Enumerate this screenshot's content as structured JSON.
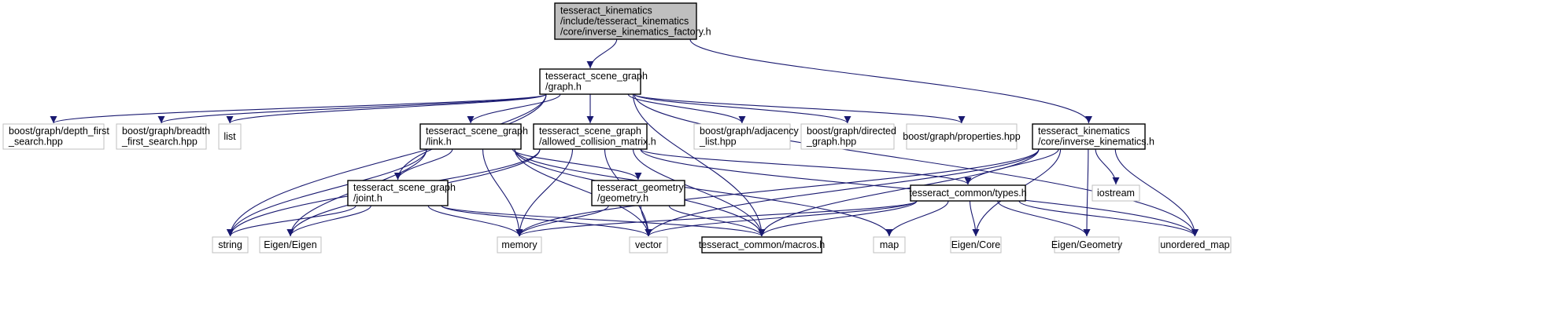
{
  "colors": {
    "edge": "#191970",
    "root_fill": "#bfbfbf",
    "external_border": "#bfbfbf",
    "header_border": "#000000"
  },
  "nodes": {
    "root": {
      "lines": [
        "tesseract_kinematics",
        "/include/tesseract_kinematics",
        "/core/inverse_kinematics_factory.h"
      ]
    },
    "graph_h": {
      "lines": [
        "tesseract_scene_graph",
        "/graph.h"
      ]
    },
    "dfs": {
      "lines": [
        "boost/graph/depth_first",
        "_search.hpp"
      ]
    },
    "bfs": {
      "lines": [
        "boost/graph/breadth",
        "_first_search.hpp"
      ]
    },
    "list": {
      "lines": [
        "list"
      ]
    },
    "link_h": {
      "lines": [
        "tesseract_scene_graph",
        "/link.h"
      ]
    },
    "acm_h": {
      "lines": [
        "tesseract_scene_graph",
        "/allowed_collision_matrix.h"
      ]
    },
    "adj": {
      "lines": [
        "boost/graph/adjacency",
        "_list.hpp"
      ]
    },
    "directed": {
      "lines": [
        "boost/graph/directed",
        "_graph.hpp"
      ]
    },
    "props": {
      "lines": [
        "boost/graph/properties.hpp"
      ]
    },
    "ik_h": {
      "lines": [
        "tesseract_kinematics",
        "/core/inverse_kinematics.h"
      ]
    },
    "joint_h": {
      "lines": [
        "tesseract_scene_graph",
        "/joint.h"
      ]
    },
    "geometry_h": {
      "lines": [
        "tesseract_geometry",
        "/geometry.h"
      ]
    },
    "types_h": {
      "lines": [
        "tesseract_common/types.h"
      ]
    },
    "iostream": {
      "lines": [
        "iostream"
      ]
    },
    "string": {
      "lines": [
        "string"
      ]
    },
    "eigen": {
      "lines": [
        "Eigen/Eigen"
      ]
    },
    "memory": {
      "lines": [
        "memory"
      ]
    },
    "vector": {
      "lines": [
        "vector"
      ]
    },
    "macros": {
      "lines": [
        "tesseract_common/macros.h"
      ]
    },
    "map": {
      "lines": [
        "map"
      ]
    },
    "eigen_core": {
      "lines": [
        "Eigen/Core"
      ]
    },
    "eigen_geom": {
      "lines": [
        "Eigen/Geometry"
      ]
    },
    "umap": {
      "lines": [
        "unordered_map"
      ]
    }
  },
  "edges": [
    [
      "root",
      "graph_h"
    ],
    [
      "root",
      "ik_h"
    ],
    [
      "graph_h",
      "dfs"
    ],
    [
      "graph_h",
      "bfs"
    ],
    [
      "graph_h",
      "list"
    ],
    [
      "graph_h",
      "link_h"
    ],
    [
      "graph_h",
      "acm_h"
    ],
    [
      "graph_h",
      "adj"
    ],
    [
      "graph_h",
      "directed"
    ],
    [
      "graph_h",
      "props"
    ],
    [
      "graph_h",
      "joint_h"
    ],
    [
      "graph_h",
      "string"
    ],
    [
      "graph_h",
      "macros"
    ],
    [
      "graph_h",
      "umap"
    ],
    [
      "link_h",
      "joint_h"
    ],
    [
      "link_h",
      "geometry_h"
    ],
    [
      "link_h",
      "string"
    ],
    [
      "link_h",
      "eigen"
    ],
    [
      "link_h",
      "memory"
    ],
    [
      "link_h",
      "vector"
    ],
    [
      "link_h",
      "macros"
    ],
    [
      "link_h",
      "map"
    ],
    [
      "acm_h",
      "string"
    ],
    [
      "acm_h",
      "eigen"
    ],
    [
      "acm_h",
      "memory"
    ],
    [
      "acm_h",
      "vector"
    ],
    [
      "acm_h",
      "macros"
    ],
    [
      "acm_h",
      "types_h"
    ],
    [
      "acm_h",
      "umap"
    ],
    [
      "ik_h",
      "types_h"
    ],
    [
      "ik_h",
      "iostream"
    ],
    [
      "ik_h",
      "memory"
    ],
    [
      "ik_h",
      "vector"
    ],
    [
      "ik_h",
      "macros"
    ],
    [
      "ik_h",
      "eigen_core"
    ],
    [
      "ik_h",
      "eigen_geom"
    ],
    [
      "ik_h",
      "umap"
    ],
    [
      "joint_h",
      "string"
    ],
    [
      "joint_h",
      "eigen"
    ],
    [
      "joint_h",
      "memory"
    ],
    [
      "joint_h",
      "vector"
    ],
    [
      "joint_h",
      "macros"
    ],
    [
      "geometry_h",
      "memory"
    ],
    [
      "geometry_h",
      "vector"
    ],
    [
      "geometry_h",
      "macros"
    ],
    [
      "types_h",
      "memory"
    ],
    [
      "types_h",
      "vector"
    ],
    [
      "types_h",
      "macros"
    ],
    [
      "types_h",
      "map"
    ],
    [
      "types_h",
      "eigen_core"
    ],
    [
      "types_h",
      "eigen_geom"
    ],
    [
      "types_h",
      "umap"
    ]
  ]
}
